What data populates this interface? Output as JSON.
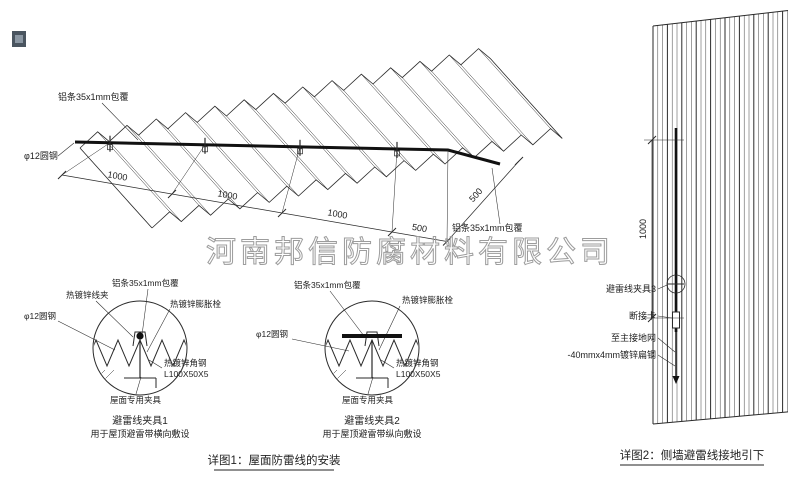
{
  "watermark": "河南邦信防腐材料有限公司",
  "colors": {
    "red": "#c42b2b",
    "watermark": "#9c9c9c",
    "line": "#2a2a2a"
  },
  "main": {
    "label_al_top": "铝条35x1mm包覆",
    "label_al_right": "铝条35x1mm包覆",
    "label_round_steel": "φ12圆钢",
    "dim_1000_a": "1000",
    "dim_1000_b": "1000",
    "dim_1000_c": "1000",
    "dim_500_a": "500",
    "dim_500_b": "500"
  },
  "clamp1": {
    "label_wire_clip": "热镀锌线夹",
    "label_al_strip": "铝条35x1mm包覆",
    "label_expansion_bolt": "热镀锌膨胀栓",
    "label_round_steel": "φ12圆钢",
    "label_angle_steel": "热镀锌角钢",
    "label_angle_size": "L100X50X5",
    "label_roof_clamp": "屋面专用夹具",
    "title": "避雷线夹具1",
    "subtitle": "用于屋顶避雷带横向敷设"
  },
  "clamp2": {
    "label_al_strip": "铝条35x1mm包覆",
    "label_expansion_bolt": "热镀锌膨胀栓",
    "label_round_steel": "φ12圆钢",
    "label_angle_steel": "热镀锌角钢",
    "label_angle_size": "L100X50X5",
    "label_roof_clamp": "屋面专用夹具",
    "title": "避雷线夹具2",
    "subtitle": "用于屋顶避雷带纵向敷设"
  },
  "wall": {
    "label_clamp3": "避雷线夹具3",
    "label_disconnect": "断接卡",
    "label_to_ground": "至主接地网",
    "label_flat_steel": "-40mmx4mm镀锌扁钢",
    "dim_1000": "1000"
  },
  "captions": {
    "detail1": "详图1：屋面防雷线的安装",
    "detail2": "详图2：侧墙避雷线接地引下"
  }
}
